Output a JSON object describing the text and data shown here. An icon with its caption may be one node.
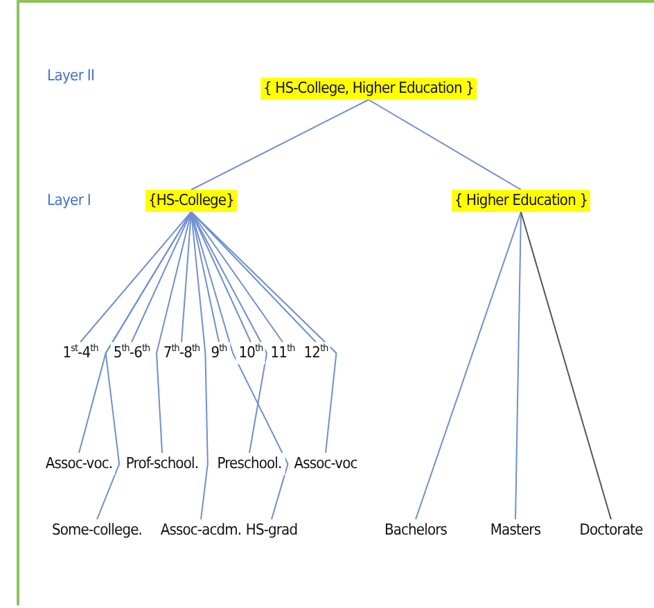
{
  "diagram": {
    "nodes": [
      {
        "text": [
          "{ HS-College, Higher Education }"
        ]
      },
      {
        "text": [
          "{HS-College}"
        ]
      },
      {
        "text": [
          "{ Higher Education }"
        ]
      },
      {
        "text": [
          "1$^{st}$-4$^{th}$"
        ]
      },
      {
        "text": [
          "5$^{th}$-6$^{th}$"
        ]
      },
      {
        "text": [
          "7$^{th}$-8$^{th}$"
        ]
      },
      {
        "text": [
          "9$^{th}$"
        ]
      },
      {
        "text": [
          "10$^{th}$"
        ]
      },
      {
        "text": [
          "11$^{th}$"
        ]
      },
      {
        "text": [
          "12$^{th}$"
        ]
      },
      {
        "text": [
          "Assoc-voc."
        ]
      },
      {
        "text": [
          "Prof-school."
        ]
      },
      {
        "text": [
          "Preschool."
        ]
      },
      {
        "text": [
          "Assoc-voc"
        ]
      },
      {
        "text": [
          "Some-college."
        ]
      },
      {
        "text": [
          "Assoc-acdm."
        ]
      },
      {
        "text": [
          "HS-grad"
        ]
      },
      {
        "text": [
          "Bachelors"
        ]
      },
      {
        "text": [
          "Masters"
        ]
      },
      {
        "text": [
          "Doctorate"
        ]
      }
    ],
    "edges": [
      {
        "from": 0,
        "to": 1,
        "arrow": "none"
      },
      {
        "from": 0,
        "to": 2,
        "arrow": "none"
      },
      {
        "from": 1,
        "to": 3,
        "arrow": "none"
      },
      {
        "from": 1,
        "to": 4,
        "arrow": "none"
      },
      {
        "from": 1,
        "to": 5,
        "arrow": "none"
      },
      {
        "from": 1,
        "to": 6,
        "arrow": "none"
      },
      {
        "from": 1,
        "to": 7,
        "arrow": "none"
      },
      {
        "from": 1,
        "to": 8,
        "arrow": "none"
      },
      {
        "from": 1,
        "to": 9,
        "arrow": "none"
      },
      {
        "from": 1,
        "to": 10,
        "arrow": "none"
      },
      {
        "from": 1,
        "to": 11,
        "arrow": "none"
      },
      {
        "from": 1,
        "to": 12,
        "arrow": "none"
      },
      {
        "from": 1,
        "to": 13,
        "arrow": "none"
      },
      {
        "from": 1,
        "to": 14,
        "arrow": "none"
      },
      {
        "from": 1,
        "to": 15,
        "arrow": "none"
      },
      {
        "from": 1,
        "to": 16,
        "arrow": "none"
      },
      {
        "from": 2,
        "to": 17,
        "arrow": "none"
      },
      {
        "from": 2,
        "to": 18,
        "arrow": "none"
      },
      {
        "from": 2,
        "to": 19,
        "arrow": "none",
        "color": "#555555"
      }
    ],
    "labels": [
      "Layer II",
      "Layer I"
    ]
  }
}
